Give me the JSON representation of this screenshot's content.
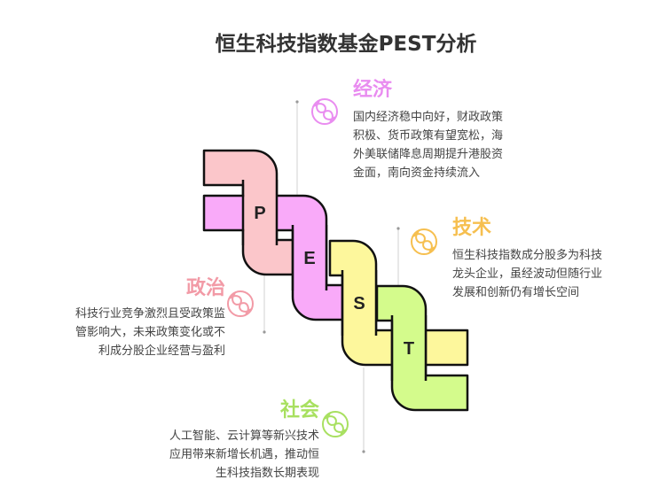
{
  "title": "恒生科技指数基金PEST分析",
  "colors": {
    "P": "#fbc6ca",
    "E": "#f9aaf9",
    "S": "#fdf79c",
    "T": "#d4fb8c",
    "economy": "#e98cf0",
    "technology": "#f6bf4f",
    "politics": "#f29aa6",
    "society": "#a8e060"
  },
  "letters": [
    "P",
    "E",
    "S",
    "T"
  ],
  "economy": {
    "heading": "经济",
    "icon": "swirl-icon",
    "lines": [
      "国内经济稳中向好，财政政策",
      "积极、货币政策有望宽松，海",
      "外美联储降息周期提升港股资",
      "金面，南向资金持续流入"
    ]
  },
  "technology": {
    "heading": "技术",
    "icon": "swirl-icon",
    "lines": [
      "恒生科技指数成分股多为科技",
      "龙头企业，虽经波动但随行业",
      "发展和创新仍有增长空间"
    ]
  },
  "politics": {
    "heading": "政治",
    "icon": "swirl-icon",
    "lines": [
      "科技行业竞争激烈且受政策监",
      "管影响大，未来政策变化或不",
      "利成分股企业经营与盈利"
    ]
  },
  "society": {
    "heading": "社会",
    "icon": "swirl-icon",
    "lines": [
      "人工智能、云计算等新兴技术",
      "应用带来新增长机遇，推动恒",
      "生科技指数长期表现"
    ]
  }
}
